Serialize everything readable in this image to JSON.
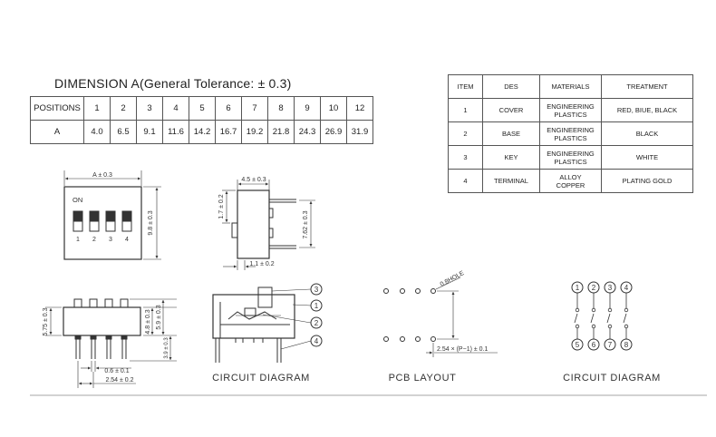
{
  "dimension_title": "DIMENSION A(General Tolerance: ± 0.3)",
  "dimension_table": {
    "row_headers": [
      "POSITIONS",
      "A"
    ],
    "positions": [
      "1",
      "2",
      "3",
      "4",
      "5",
      "6",
      "7",
      "8",
      "9",
      "10",
      "12"
    ],
    "a_values": [
      "4.0",
      "6.5",
      "9.1",
      "11.6",
      "14.2",
      "16.7",
      "19.2",
      "21.8",
      "24.3",
      "26.9",
      "31.9"
    ]
  },
  "materials_table": {
    "headers": [
      "ITEM",
      "DES",
      "MATERIALS",
      "TREATMENT"
    ],
    "rows": [
      {
        "item": "1",
        "des": "COVER",
        "materials": [
          "ENGINEERING",
          "PLASTICS"
        ],
        "treatment": "RED, BIUE, BLACK"
      },
      {
        "item": "2",
        "des": "BASE",
        "materials": [
          "ENGINEERING",
          "PLASTICS"
        ],
        "treatment": "BLACK"
      },
      {
        "item": "3",
        "des": "KEY",
        "materials": [
          "ENGINEERING",
          "PLASTICS"
        ],
        "treatment": "WHITE"
      },
      {
        "item": "4",
        "des": "TERMINAL",
        "materials": [
          "ALLOY",
          "COPPER"
        ],
        "treatment": "PLATING GOLD"
      }
    ]
  },
  "top_view": {
    "width_dim": "A ± 0.3",
    "height_dim": "9.8 ± 0.3",
    "on_label": "ON",
    "switch_numbers": [
      "1",
      "2",
      "3",
      "4"
    ]
  },
  "side_view": {
    "top_dim": "4.5 ± 0.3",
    "left_dim": "1.7 ± 0.2",
    "right_dim": "7.62 ± 0.3",
    "bottom_dim": "1.1 ± 0.2"
  },
  "front_view": {
    "left_dim": "5.75 ± 0.3",
    "right_dim_upper": "4.8 ± 0.3",
    "right_dim_mid": "5.9 ± 0.3",
    "right_dim_lower": "3.9 ± 0.3",
    "pin_width_dim": "0.6 ± 0.1",
    "pitch_dim": "2.54 ± 0.2"
  },
  "cross_section": {
    "callouts": [
      "3",
      "1",
      "2",
      "4"
    ],
    "caption": "CIRCUIT DIAGRAM"
  },
  "pcb_layout": {
    "hole_label": "0.8HOLE",
    "pitch_label": "2.54 × (P−1) ± 0.1",
    "caption": "PCB  LAYOUT"
  },
  "circuit": {
    "top_numbers": [
      "1",
      "2",
      "3",
      "4"
    ],
    "bottom_numbers": [
      "5",
      "6",
      "7",
      "8"
    ],
    "caption": "CIRCUIT DIAGRAM"
  }
}
